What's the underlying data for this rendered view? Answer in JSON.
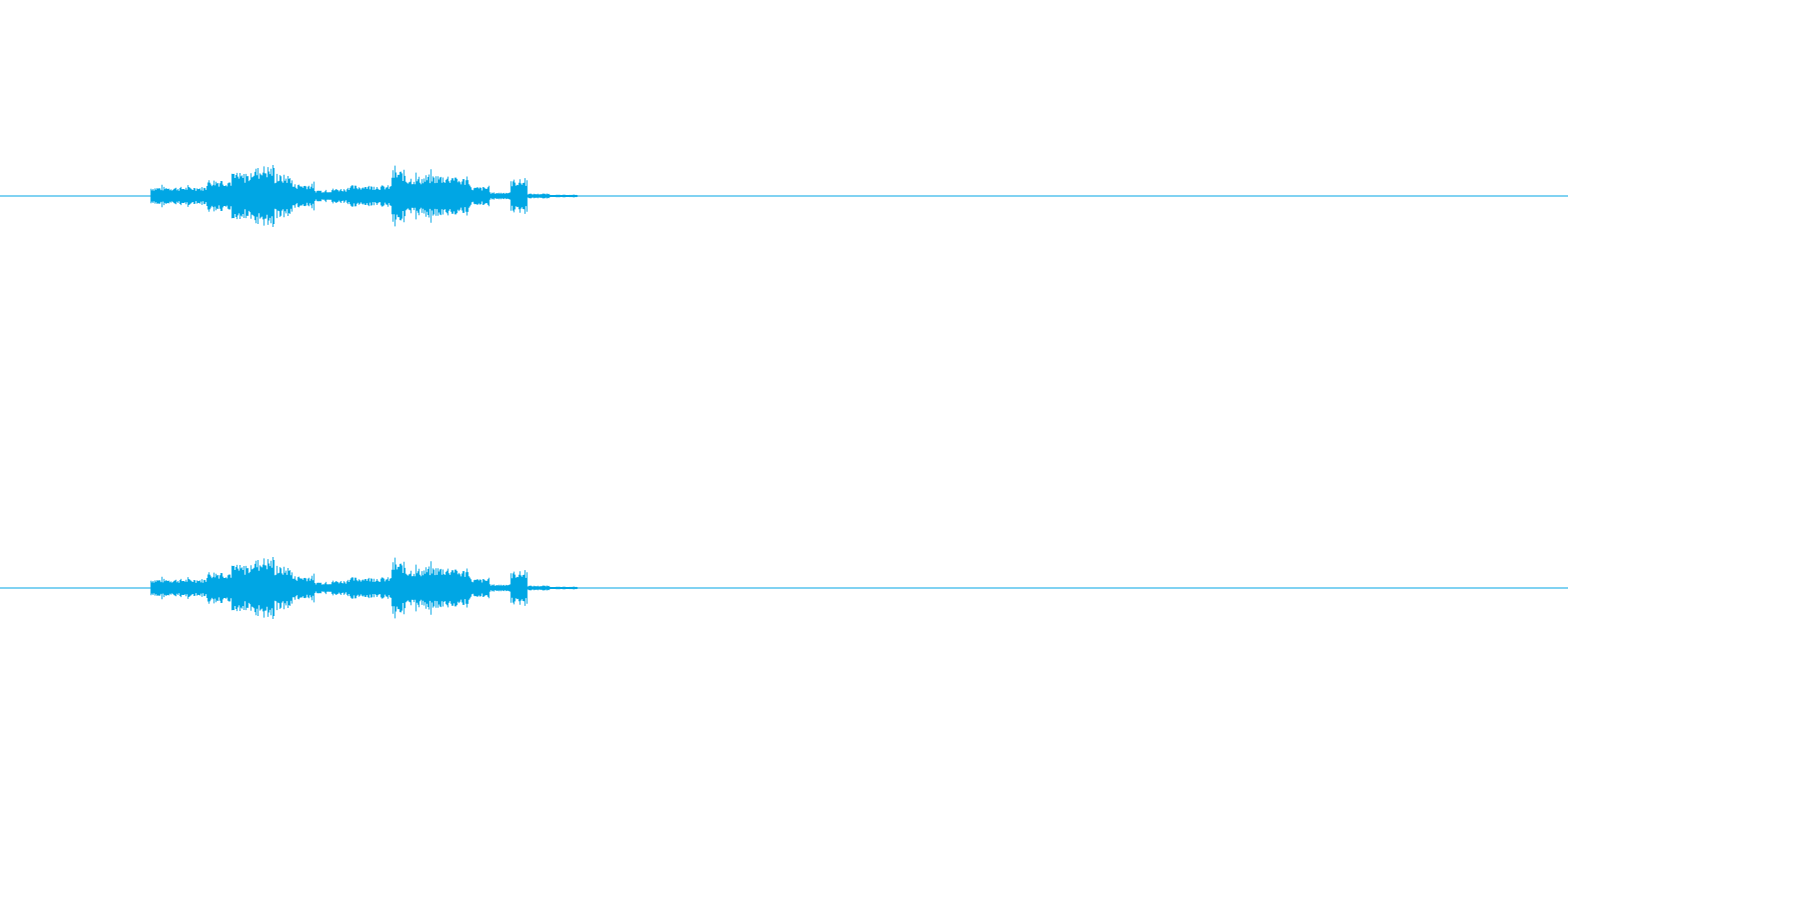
{
  "theme": {
    "waveform_color": "#00a6e4",
    "background_color": "#ffffff"
  },
  "channels": [
    {
      "segments": [
        {
          "start": 0.096,
          "end": 0.132,
          "amp": 0.3
        },
        {
          "start": 0.132,
          "end": 0.148,
          "amp": 0.55
        },
        {
          "start": 0.148,
          "end": 0.16,
          "amp": 0.75
        },
        {
          "start": 0.16,
          "end": 0.168,
          "amp": 0.95
        },
        {
          "start": 0.168,
          "end": 0.175,
          "amp": 1.0
        },
        {
          "start": 0.175,
          "end": 0.186,
          "amp": 0.7
        },
        {
          "start": 0.186,
          "end": 0.2,
          "amp": 0.4
        },
        {
          "start": 0.2,
          "end": 0.212,
          "amp": 0.2
        },
        {
          "start": 0.212,
          "end": 0.222,
          "amp": 0.25
        },
        {
          "start": 0.222,
          "end": 0.25,
          "amp": 0.35
        },
        {
          "start": 0.25,
          "end": 0.258,
          "amp": 0.85
        },
        {
          "start": 0.258,
          "end": 0.272,
          "amp": 0.65
        },
        {
          "start": 0.272,
          "end": 0.29,
          "amp": 0.7
        },
        {
          "start": 0.29,
          "end": 0.3,
          "amp": 0.6
        },
        {
          "start": 0.3,
          "end": 0.312,
          "amp": 0.3
        },
        {
          "start": 0.312,
          "end": 0.326,
          "amp": 0.12
        },
        {
          "start": 0.326,
          "end": 0.336,
          "amp": 0.55
        },
        {
          "start": 0.336,
          "end": 0.35,
          "amp": 0.08
        },
        {
          "start": 0.35,
          "end": 0.368,
          "amp": 0.04
        }
      ]
    },
    {
      "segments": [
        {
          "start": 0.096,
          "end": 0.132,
          "amp": 0.3
        },
        {
          "start": 0.132,
          "end": 0.148,
          "amp": 0.55
        },
        {
          "start": 0.148,
          "end": 0.16,
          "amp": 0.75
        },
        {
          "start": 0.16,
          "end": 0.168,
          "amp": 0.95
        },
        {
          "start": 0.168,
          "end": 0.175,
          "amp": 1.0
        },
        {
          "start": 0.175,
          "end": 0.186,
          "amp": 0.7
        },
        {
          "start": 0.186,
          "end": 0.2,
          "amp": 0.4
        },
        {
          "start": 0.2,
          "end": 0.212,
          "amp": 0.2
        },
        {
          "start": 0.212,
          "end": 0.222,
          "amp": 0.25
        },
        {
          "start": 0.222,
          "end": 0.25,
          "amp": 0.35
        },
        {
          "start": 0.25,
          "end": 0.258,
          "amp": 0.85
        },
        {
          "start": 0.258,
          "end": 0.272,
          "amp": 0.65
        },
        {
          "start": 0.272,
          "end": 0.29,
          "amp": 0.7
        },
        {
          "start": 0.29,
          "end": 0.3,
          "amp": 0.6
        },
        {
          "start": 0.3,
          "end": 0.312,
          "amp": 0.3
        },
        {
          "start": 0.312,
          "end": 0.326,
          "amp": 0.12
        },
        {
          "start": 0.326,
          "end": 0.336,
          "amp": 0.55
        },
        {
          "start": 0.336,
          "end": 0.35,
          "amp": 0.08
        },
        {
          "start": 0.35,
          "end": 0.368,
          "amp": 0.04
        }
      ]
    }
  ]
}
